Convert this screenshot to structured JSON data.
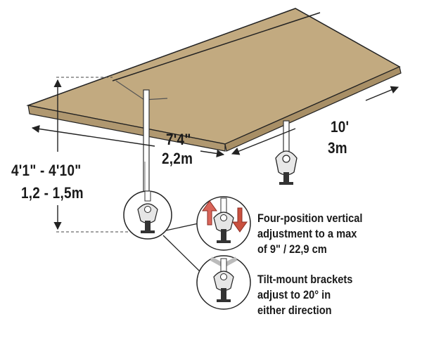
{
  "dimensions": {
    "width_ft": "7'4\"",
    "width_m": "2,2m",
    "length_ft": "10'",
    "length_m": "3m",
    "height_ft": "4'1\" - 4'10\"",
    "height_m": "1,2 - 1,5m"
  },
  "callouts": {
    "vertical": {
      "line1": "Four-position vertical",
      "line2": "adjustment to a max",
      "line3": "of 9\" / 22,9 cm"
    },
    "tilt": {
      "line1": "Tilt-mount brackets",
      "line2": "adjust to 20° in",
      "line3": "either direction"
    }
  },
  "colors": {
    "canopy": "#c2aa80",
    "canopy_shade": "#b09870",
    "line": "#222222",
    "up_arrow": "#d9655a",
    "down_arrow": "#c9503f"
  }
}
